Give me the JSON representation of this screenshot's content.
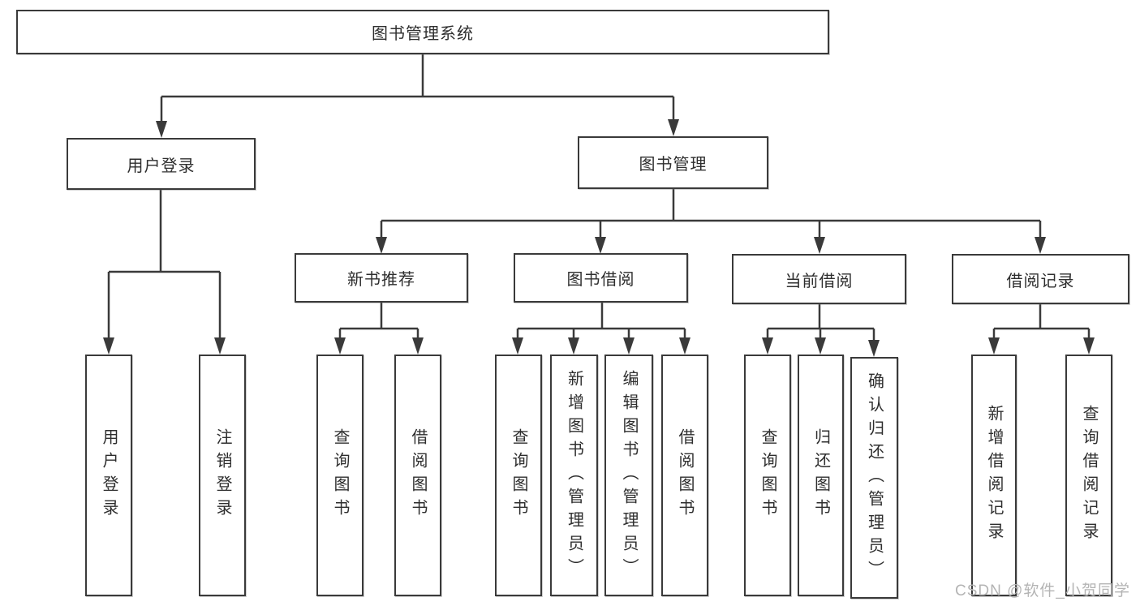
{
  "diagram": {
    "title_node": {
      "label": "图书管理系统"
    },
    "level2": [
      {
        "id": "user-login-group",
        "label": "用户登录",
        "parent": "图书管理系统"
      },
      {
        "id": "book-management",
        "label": "图书管理",
        "parent": "图书管理系统"
      }
    ],
    "level3": [
      {
        "id": "new-book-recommend",
        "label": "新书推荐",
        "parent": "图书管理"
      },
      {
        "id": "book-borrowing",
        "label": "图书借阅",
        "parent": "图书管理"
      },
      {
        "id": "current-borrowing",
        "label": "当前借阅",
        "parent": "图书管理"
      },
      {
        "id": "borrowing-records",
        "label": "借阅记录",
        "parent": "图书管理"
      }
    ],
    "leaves": [
      {
        "label": "用户登录",
        "parent": "用户登录"
      },
      {
        "label": "注销登录",
        "parent": "用户登录"
      },
      {
        "label": "查询图书",
        "parent": "新书推荐"
      },
      {
        "label": "借阅图书",
        "parent": "新书推荐"
      },
      {
        "label": "查询图书",
        "parent": "图书借阅"
      },
      {
        "label": "新增图书（管理员）",
        "parent": "图书借阅"
      },
      {
        "label": "编辑图书（管理员）",
        "parent": "图书借阅"
      },
      {
        "label": "借阅图书",
        "parent": "图书借阅"
      },
      {
        "label": "查询图书",
        "parent": "当前借阅"
      },
      {
        "label": "归还图书",
        "parent": "当前借阅"
      },
      {
        "label": "确认归还（管理员）",
        "parent": "当前借阅"
      },
      {
        "label": "新增借阅记录",
        "parent": "借阅记录"
      },
      {
        "label": "查询借阅记录",
        "parent": "借阅记录"
      }
    ],
    "watermark": "CSDN @软件_小贺同学",
    "colors": {
      "line": "#3a3a3a",
      "text": "#2e2e2e",
      "background": "#ffffff",
      "watermark": "#b4b4b4"
    }
  }
}
